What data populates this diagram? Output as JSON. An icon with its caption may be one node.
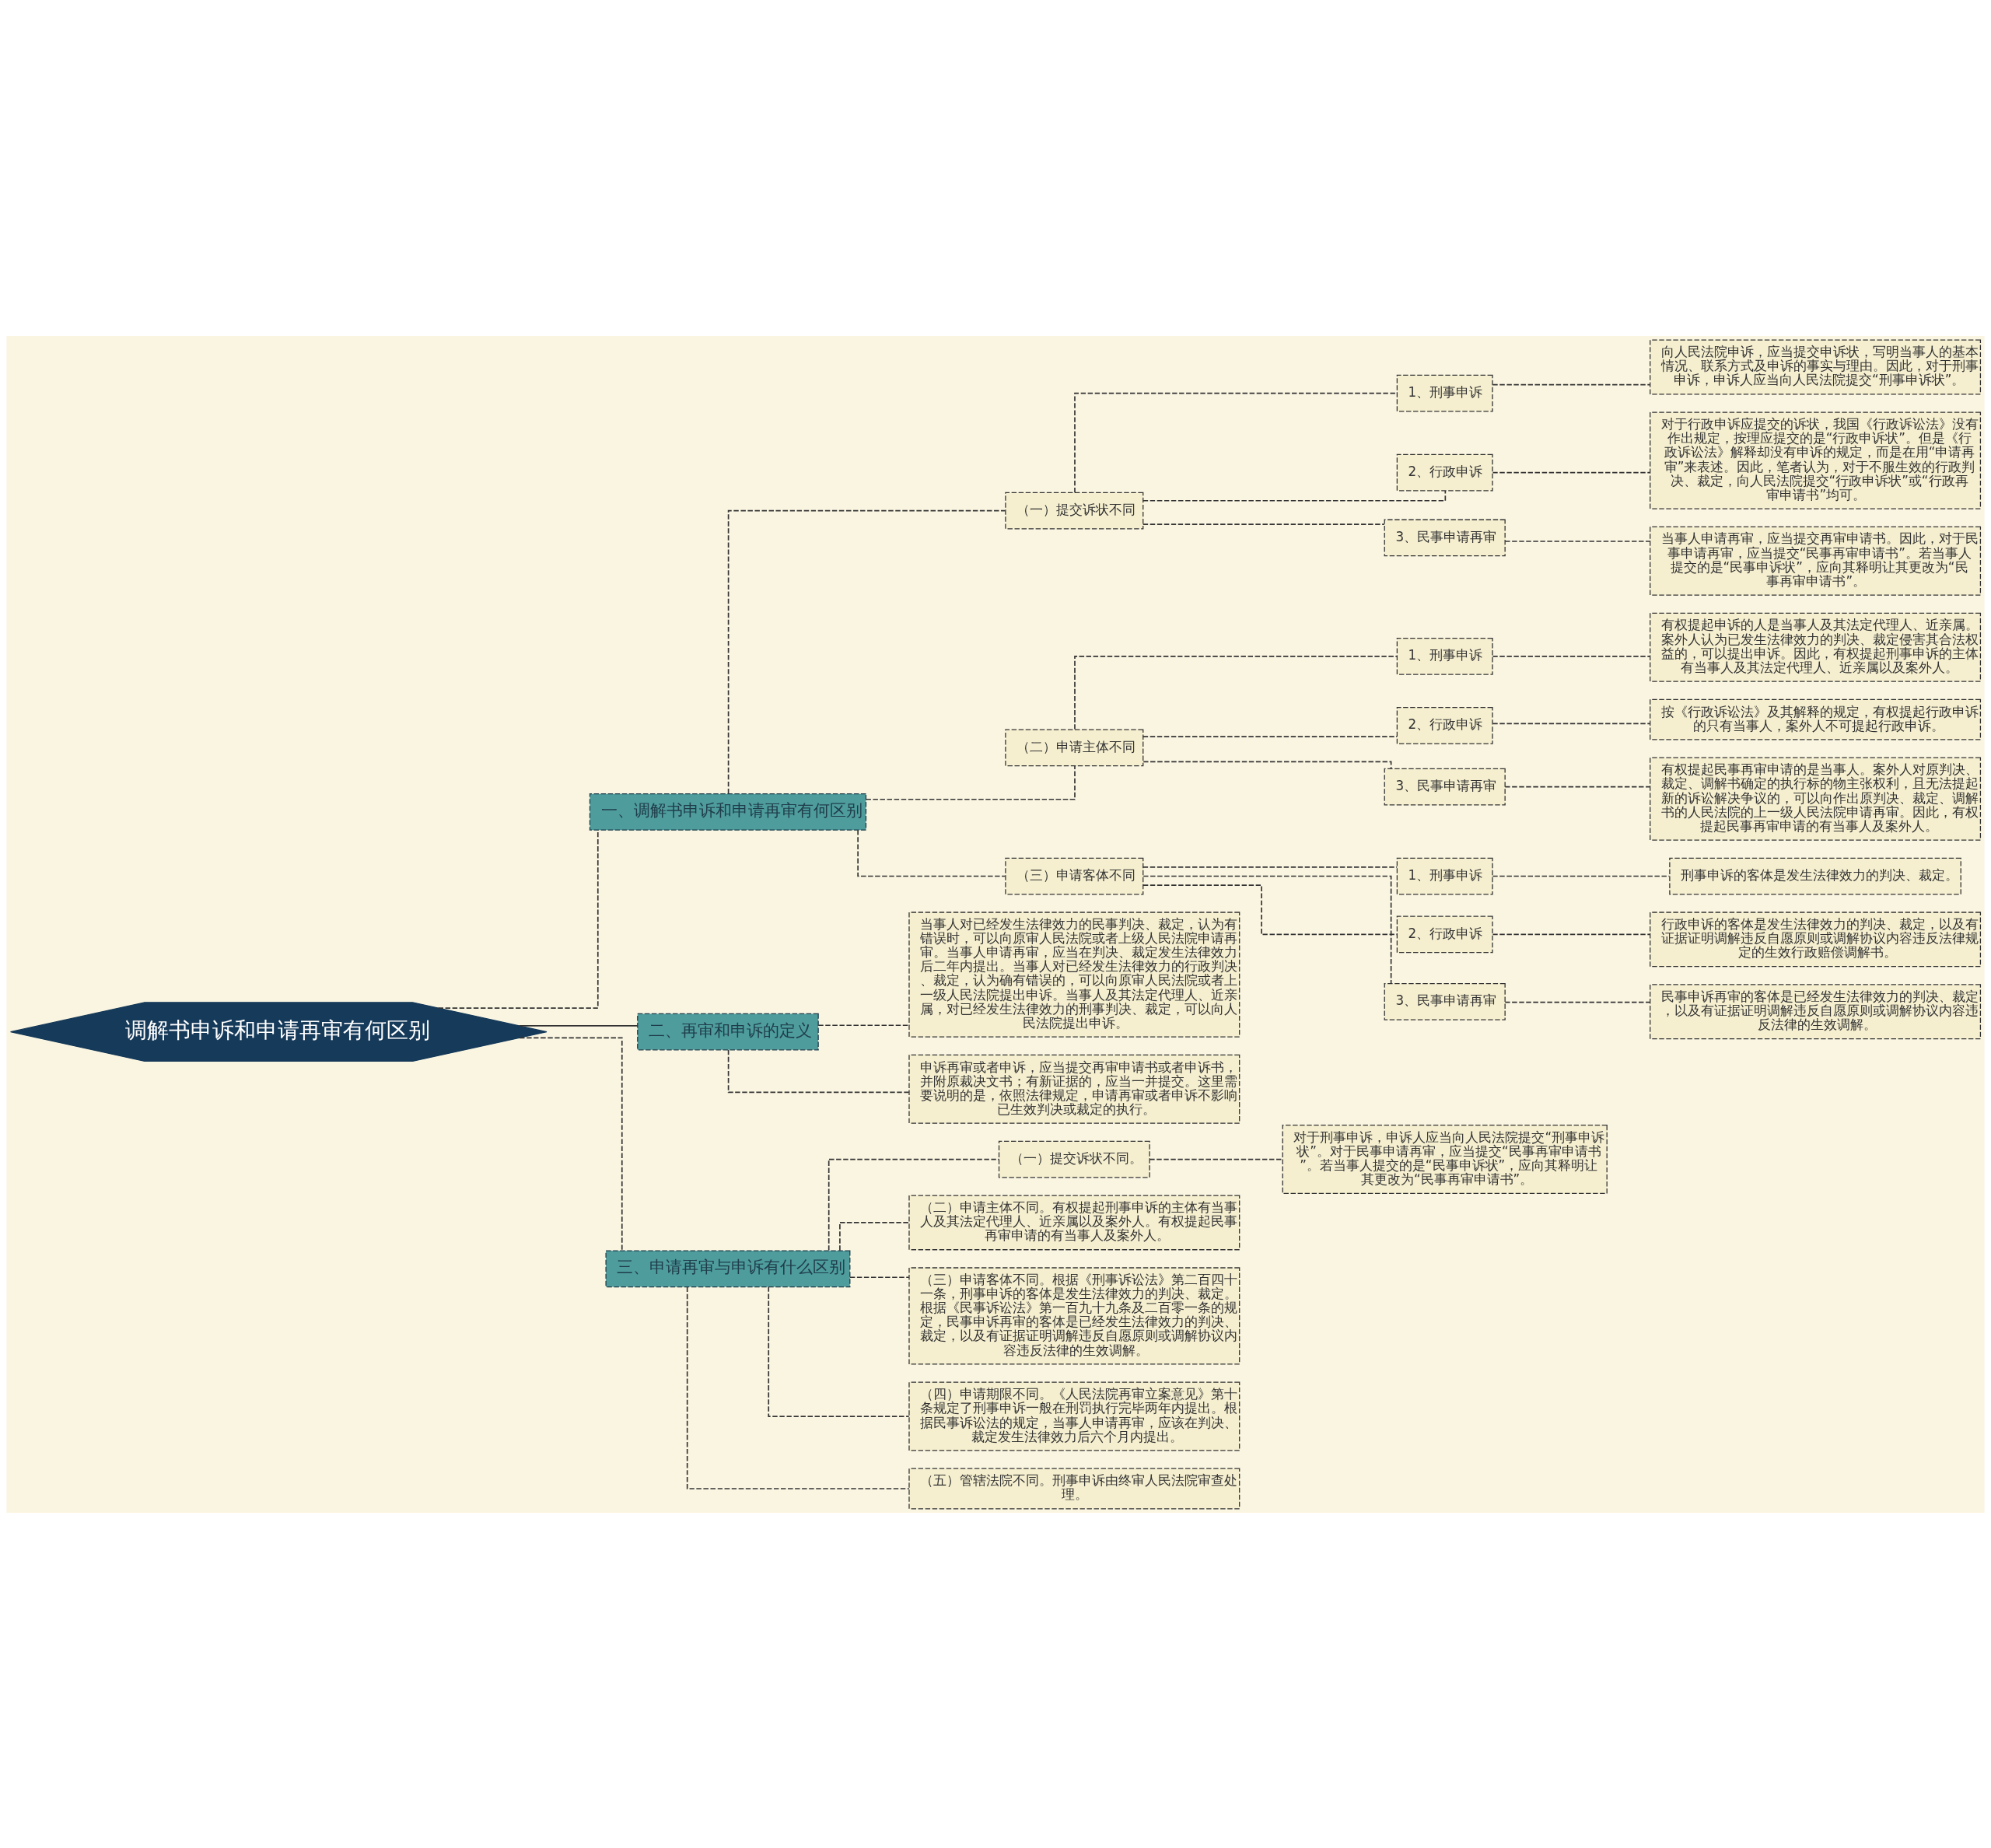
{
  "diagram": {
    "nodes": [
      {
        "text": [
          "调解书申诉和申请再审有何区别"
        ]
      },
      {
        "text": [
          "一、调解书申诉和申请再审有何区别"
        ]
      },
      {
        "text": [
          "（一）提交诉状不同"
        ]
      },
      {
        "text": [
          "1、刑事申诉"
        ]
      },
      {
        "text": [
          "向人民法院申诉，应当提交申诉状，写明当事人的基本情况、联系方式及申诉的事实与理由。因此，对于刑事申诉，申诉人应当向人民法院提交“刑事申诉状”。"
        ]
      },
      {
        "text": [
          "2、行政申诉"
        ]
      },
      {
        "text": [
          "对于行政申诉应提交的诉状，我国《行政诉讼法》没有作出规定，按理应提交的是“行政申诉状”。但是《行政诉讼法》解释却没有申诉的规定，而是在用“申请再审”来表述。因此，笔者认为，对于不服生效的行政判决、裁定，向人民法院提交“行政申诉状”或“行政再审申请书”均可。"
        ]
      },
      {
        "text": [
          "3、民事申请再审"
        ]
      },
      {
        "text": [
          "当事人申请再审，应当提交再审申请书。因此，对于民事申请再审，应当提交“民事再审申请书”。若当事人提交的是“民事申诉状”，应向其释明让其更改为“民事再审申请书”。"
        ]
      },
      {
        "text": [
          "（二）申请主体不同"
        ]
      },
      {
        "text": [
          "1、刑事申诉"
        ]
      },
      {
        "text": [
          "有权提起申诉的人是当事人及其法定代理人、近亲属。案外人认为已发生法律效力的判决、裁定侵害其合法权益的，可以提出申诉。因此，有权提起刑事申诉的主体有当事人及其法定代理人、近亲属以及案外人。"
        ]
      },
      {
        "text": [
          "2、行政申诉"
        ]
      },
      {
        "text": [
          "按《行政诉讼法》及其解释的规定，有权提起行政申诉的只有当事人，案外人不可提起行政申诉。"
        ]
      },
      {
        "text": [
          "3、民事申请再审"
        ]
      },
      {
        "text": [
          "有权提起民事再审申请的是当事人。案外人对原判决、裁定、调解书确定的执行标的物主张权利，且无法提起新的诉讼解决争议的，可以向作出原判决、裁定、调解书的人民法院的上一级人民法院申请再审。因此，有权提起民事再审申请的有当事人及案外人。"
        ]
      },
      {
        "text": [
          "（三）申请客体不同"
        ]
      },
      {
        "text": [
          "1、刑事申诉"
        ]
      },
      {
        "text": [
          "刑事申诉的客体是发生法律效力的判决、裁定。"
        ]
      },
      {
        "text": [
          "2、行政申诉"
        ]
      },
      {
        "text": [
          "行政申诉的客体是发生法律效力的判决、裁定，以及有证据证明调解违反自愿原则或调解协议内容违反法律规定的生效行政赔偿调解书。"
        ]
      },
      {
        "text": [
          "3、民事申请再审"
        ]
      },
      {
        "text": [
          "民事申诉再审的客体是已经发生法律效力的判决、裁定，以及有证据证明调解违反自愿原则或调解协议内容违反法律的生效调解。"
        ]
      },
      {
        "text": [
          "二、再审和申诉的定义"
        ]
      },
      {
        "text": [
          "当事人对已经发生法律效力的民事判决、裁定，认为有错误时，可以向原审人民法院或者上级人民法院申请再审。当事人申请再审，应当在判决、裁定发生法律效力后二年内提出。当事人对已经发生法律效力的行政判决、裁定，认为确有错误的，可以向原审人民法院或者上一级人民法院提出申诉。当事人及其法定代理人、近亲属，对已经发生法律效力的刑事判决、裁定，可以向人民法院提出申诉。"
        ]
      },
      {
        "text": [
          "申诉再审或者申诉，应当提交再审申请书或者申诉书，并附原裁决文书；有新证据的，应当一并提交。这里需要说明的是，依照法律规定，申请再审或者申诉不影响已生效判决或裁定的执行。"
        ]
      },
      {
        "text": [
          "三、申请再审与申诉有什么区别"
        ]
      },
      {
        "text": [
          "（一）提交诉状不同。"
        ]
      },
      {
        "text": [
          "对于刑事申诉，申诉人应当向人民法院提交“刑事申诉状”。对于民事申请再审，应当提交“民事再审申请书”。若当事人提交的是“民事申诉状”，应向其释明让其更改为“民事再审申请书”。"
        ]
      },
      {
        "text": [
          "（二）申请主体不同。有权提起刑事申诉的主体有当事人及其法定代理人、近亲属以及案外人。有权提起民事再审申请的有当事人及案外人。"
        ]
      },
      {
        "text": [
          "（三）申请客体不同。根据《刑事诉讼法》第二百四十一条，刑事申诉的客体是发生法律效力的判决、裁定。根据《民事诉讼法》第一百九十九条及二百零一条的规定，民事申诉再审的客体是已经发生法律效力的判决、裁定，以及有证据证明调解违反自愿原则或调解协议内容违反法律的生效调解。"
        ]
      },
      {
        "text": [
          "（四）申请期限不同。《人民法院再审立案意见》第十条规定了刑事申诉一般在刑罚执行完毕两年内提出。根据民事诉讼法的规定，当事人申请再审，应该在判决、裁定发生法律效力后六个月内提出。"
        ]
      },
      {
        "text": [
          "（五）管辖法院不同。刑事申诉由终审人民法院审查处理。"
        ]
      }
    ],
    "edges": [
      {
        "from": 0,
        "to": 1,
        "arrow": "none",
        "style": "dashed"
      },
      {
        "from": 1,
        "to": 2,
        "arrow": "none",
        "style": "dashed"
      },
      {
        "from": 2,
        "to": 3,
        "arrow": "none",
        "style": "dashed"
      },
      {
        "from": 3,
        "to": 4,
        "arrow": "none",
        "style": "dashed"
      },
      {
        "from": 2,
        "to": 5,
        "arrow": "none",
        "style": "dashed"
      },
      {
        "from": 5,
        "to": 6,
        "arrow": "none",
        "style": "dashed"
      },
      {
        "from": 2,
        "to": 7,
        "arrow": "none",
        "style": "dashed"
      },
      {
        "from": 7,
        "to": 8,
        "arrow": "none",
        "style": "dashed"
      },
      {
        "from": 1,
        "to": 9,
        "arrow": "none",
        "style": "dashed"
      },
      {
        "from": 9,
        "to": 10,
        "arrow": "none",
        "style": "dashed"
      },
      {
        "from": 10,
        "to": 11,
        "arrow": "none",
        "style": "dashed"
      },
      {
        "from": 9,
        "to": 12,
        "arrow": "none",
        "style": "dashed"
      },
      {
        "from": 12,
        "to": 13,
        "arrow": "none",
        "style": "dashed"
      },
      {
        "from": 9,
        "to": 14,
        "arrow": "none",
        "style": "dashed"
      },
      {
        "from": 14,
        "to": 15,
        "arrow": "none",
        "style": "dashed"
      },
      {
        "from": 1,
        "to": 16,
        "arrow": "none",
        "style": "dashed"
      },
      {
        "from": 16,
        "to": 17,
        "arrow": "none",
        "style": "dashed"
      },
      {
        "from": 17,
        "to": 18,
        "arrow": "none",
        "style": "dashed"
      },
      {
        "from": 16,
        "to": 19,
        "arrow": "none",
        "style": "dashed"
      },
      {
        "from": 19,
        "to": 20,
        "arrow": "none",
        "style": "dashed"
      },
      {
        "from": 16,
        "to": 21,
        "arrow": "none",
        "style": "dashed"
      },
      {
        "from": 21,
        "to": 22,
        "arrow": "none",
        "style": "dashed"
      },
      {
        "from": 0,
        "to": 23,
        "arrow": "none"
      },
      {
        "from": 23,
        "to": 24,
        "arrow": "none",
        "style": "dashed"
      },
      {
        "from": 23,
        "to": 25,
        "arrow": "none",
        "style": "dashed"
      },
      {
        "from": 0,
        "to": 26,
        "arrow": "none",
        "style": "dashed"
      },
      {
        "from": 26,
        "to": 27,
        "arrow": "none",
        "style": "dashed"
      },
      {
        "from": 27,
        "to": 28,
        "arrow": "none",
        "style": "dashed"
      },
      {
        "from": 26,
        "to": 29,
        "arrow": "none",
        "style": "dashed"
      },
      {
        "from": 26,
        "to": 30,
        "arrow": "none",
        "style": "dashed"
      },
      {
        "from": 26,
        "to": 31,
        "arrow": "none",
        "style": "dashed"
      },
      {
        "from": 26,
        "to": 32,
        "arrow": "none",
        "style": "dashed"
      }
    ]
  }
}
